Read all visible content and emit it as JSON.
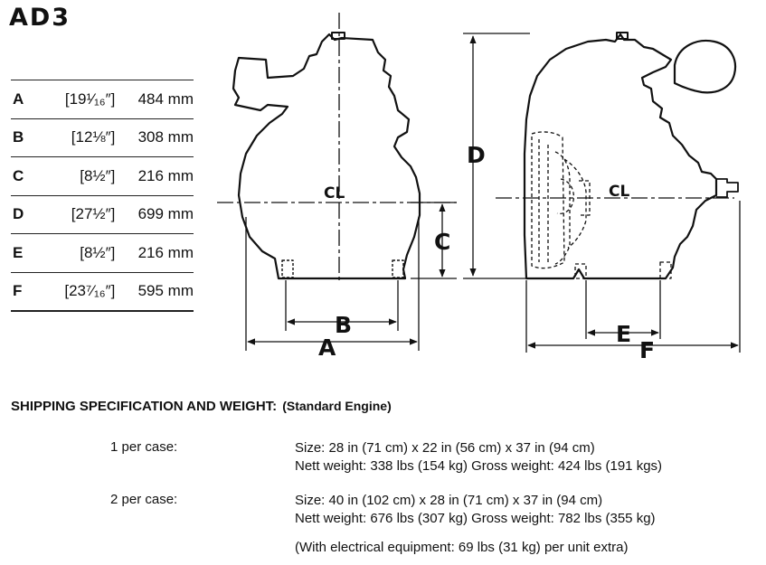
{
  "model": "AD3",
  "dimensions": [
    {
      "letter": "A",
      "inches": "[19¹⁄₁₆″]",
      "mm": "484 mm"
    },
    {
      "letter": "B",
      "inches": "[12⅛″]",
      "mm": "308 mm"
    },
    {
      "letter": "C",
      "inches": "[8½″]",
      "mm": "216 mm"
    },
    {
      "letter": "D",
      "inches": "[27½″]",
      "mm": "699 mm"
    },
    {
      "letter": "E",
      "inches": "[8½″]",
      "mm": "216 mm"
    },
    {
      "letter": "F",
      "inches": "[23⁷⁄₁₆″]",
      "mm": "595 mm"
    }
  ],
  "diagram": {
    "centerline_label": "CL",
    "labels": {
      "A": "A",
      "B": "B",
      "C": "C",
      "D": "D",
      "E": "E",
      "F": "F"
    }
  },
  "shipping": {
    "title": "SHIPPING SPECIFICATION AND WEIGHT:",
    "subtitle": "(Standard Engine)",
    "cases": [
      {
        "label": "1 per case:",
        "size": "Size:  28 in (71 cm)  x  22 in (56 cm)  x  37 in (94 cm)",
        "weight": "Nett weight:  338 lbs (154 kg)  Gross weight:  424 lbs (191 kgs)"
      },
      {
        "label": "2 per case:",
        "size": "Size:  40 in (102 cm)  x  28 in (71 cm)  x  37 in (94 cm)",
        "weight": "Nett weight:  676 lbs (307 kg)  Gross weight:  782 lbs (355 kg)"
      }
    ],
    "note": "(With electrical equipment:  69 lbs (31 kg) per unit extra)"
  }
}
